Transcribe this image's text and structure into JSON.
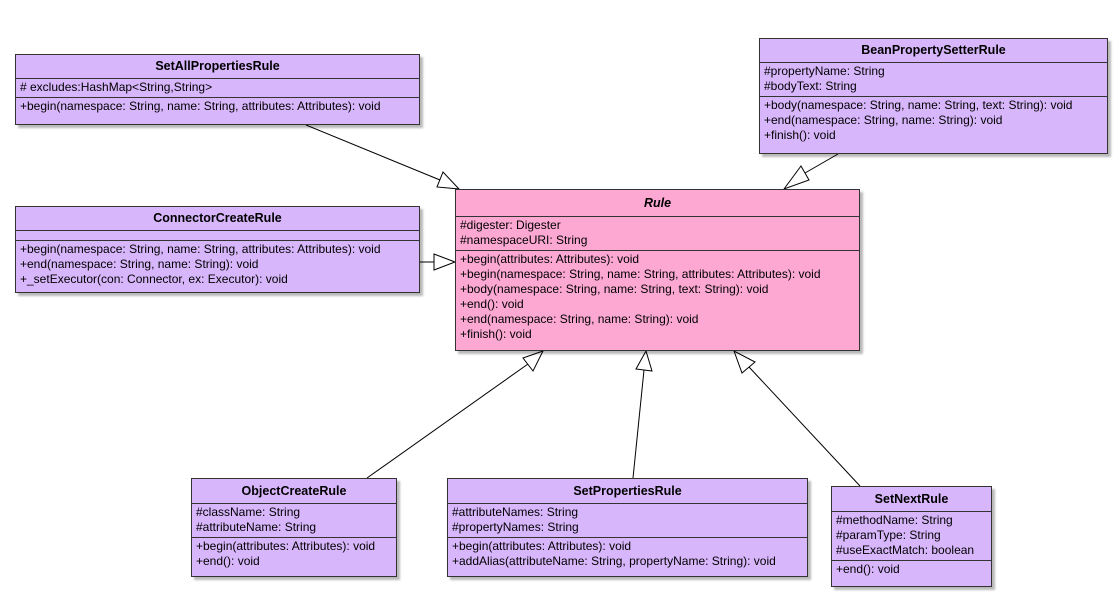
{
  "colors": {
    "subclass_fill": "#d8b6fb",
    "base_fill": "#fca8d3",
    "border": "#333333"
  },
  "classes": {
    "setAll": {
      "name": "SetAllPropertiesRule",
      "attributes": [
        "# excludes:HashMap<String,String>"
      ],
      "operations": [
        "+begin(namespace: String, name: String, attributes: Attributes): void"
      ]
    },
    "connector": {
      "name": "ConnectorCreateRule",
      "attributes": [],
      "operations": [
        "+begin(namespace: String, name: String, attributes: Attributes): void",
        "+end(namespace: String, name: String): void",
        "+_setExecutor(con: Connector, ex: Executor): void"
      ]
    },
    "bean": {
      "name": "BeanPropertySetterRule",
      "attributes": [
        "#propertyName: String",
        "#bodyText: String"
      ],
      "operations": [
        "+body(namespace: String, name: String, text: String): void",
        "+end(namespace: String, name: String): void",
        "+finish(): void"
      ]
    },
    "rule": {
      "name": "Rule",
      "attributes": [
        "#digester: Digester",
        "#namespaceURI: String"
      ],
      "operations": [
        "+begin(attributes: Attributes): void",
        "+begin(namespace: String, name: String, attributes: Attributes): void",
        "+body(namespace: String, name: String, text: String): void",
        "+end(): void",
        "+end(namespace: String, name: String): void",
        "+finish(): void"
      ]
    },
    "objectCreate": {
      "name": "ObjectCreateRule",
      "attributes": [
        "#className: String",
        "#attributeName: String"
      ],
      "operations": [
        "+begin(attributes: Attributes): void",
        "+end(): void"
      ]
    },
    "setProps": {
      "name": "SetPropertiesRule",
      "attributes": [
        "#attributeNames: String",
        "#propertyNames: String"
      ],
      "operations": [
        "+begin(attributes: Attributes): void",
        "+addAlias(attributeName: String, propertyName: String): void"
      ]
    },
    "setNext": {
      "name": "SetNextRule",
      "attributes": [
        "#methodName: String",
        "#paramType: String",
        "#useExactMatch: boolean"
      ],
      "operations": [
        "+end(): void"
      ]
    }
  }
}
